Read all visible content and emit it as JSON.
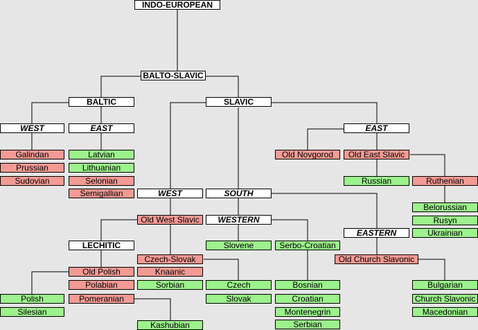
{
  "colors": {
    "extinct": "#f49a94",
    "living": "#9cf28c",
    "group": "#ffffff",
    "line": "#000000",
    "background": "#e6e6e6"
  },
  "nodes": {
    "root": "INDO-EUROPEAN",
    "balto_slavic": "BALTO-SLAVIC",
    "baltic": "BALTIC",
    "slavic": "SLAVIC",
    "west_baltic": "WEST",
    "east_baltic": "EAST",
    "galindan": "Galindan",
    "prussian": "Prussian",
    "sudovian": "Sudovian",
    "latvian": "Latvian",
    "lithuanian": "Lithuanian",
    "selonian": "Selonian",
    "semigallian": "Semigallian",
    "east_slavic": "EAST",
    "old_novgorod": "Old Novgorod",
    "old_east_slavic": "Old East Slavic",
    "russian": "Russian",
    "ruthenian": "Ruthenian",
    "belorussian": "Belorussian",
    "rusyn": "Rusyn",
    "ukrainian": "Ukrainian",
    "west_slavic": "WEST",
    "south_slavic": "SOUTH",
    "old_west_slavic": "Old West Slavic",
    "western": "WESTERN",
    "eastern": "EASTERN",
    "lechitic": "LECHITIC",
    "slovene": "Slovene",
    "serbo_croatian": "Serbo-Croatian",
    "old_polish": "Old Polish",
    "polabian": "Polabian",
    "pomeranian": "Pomeranian",
    "polish": "Polish",
    "silesian": "Silesian",
    "kashubian": "Kashubian",
    "czech_slovak": "Czech-Slovak",
    "knaanic": "Knaanic",
    "sorbian": "Sorbian",
    "czech": "Czech",
    "slovak": "Slovak",
    "bosnian": "Bosnian",
    "croatian": "Croatian",
    "montenegrin": "Montenegrin",
    "serbian": "Serbian",
    "old_church_slavonic": "Old Church Slavonic",
    "bulgarian": "Bulgarian",
    "church_slavonic": "Church Slavonic",
    "macedonian": "Macedonian"
  }
}
